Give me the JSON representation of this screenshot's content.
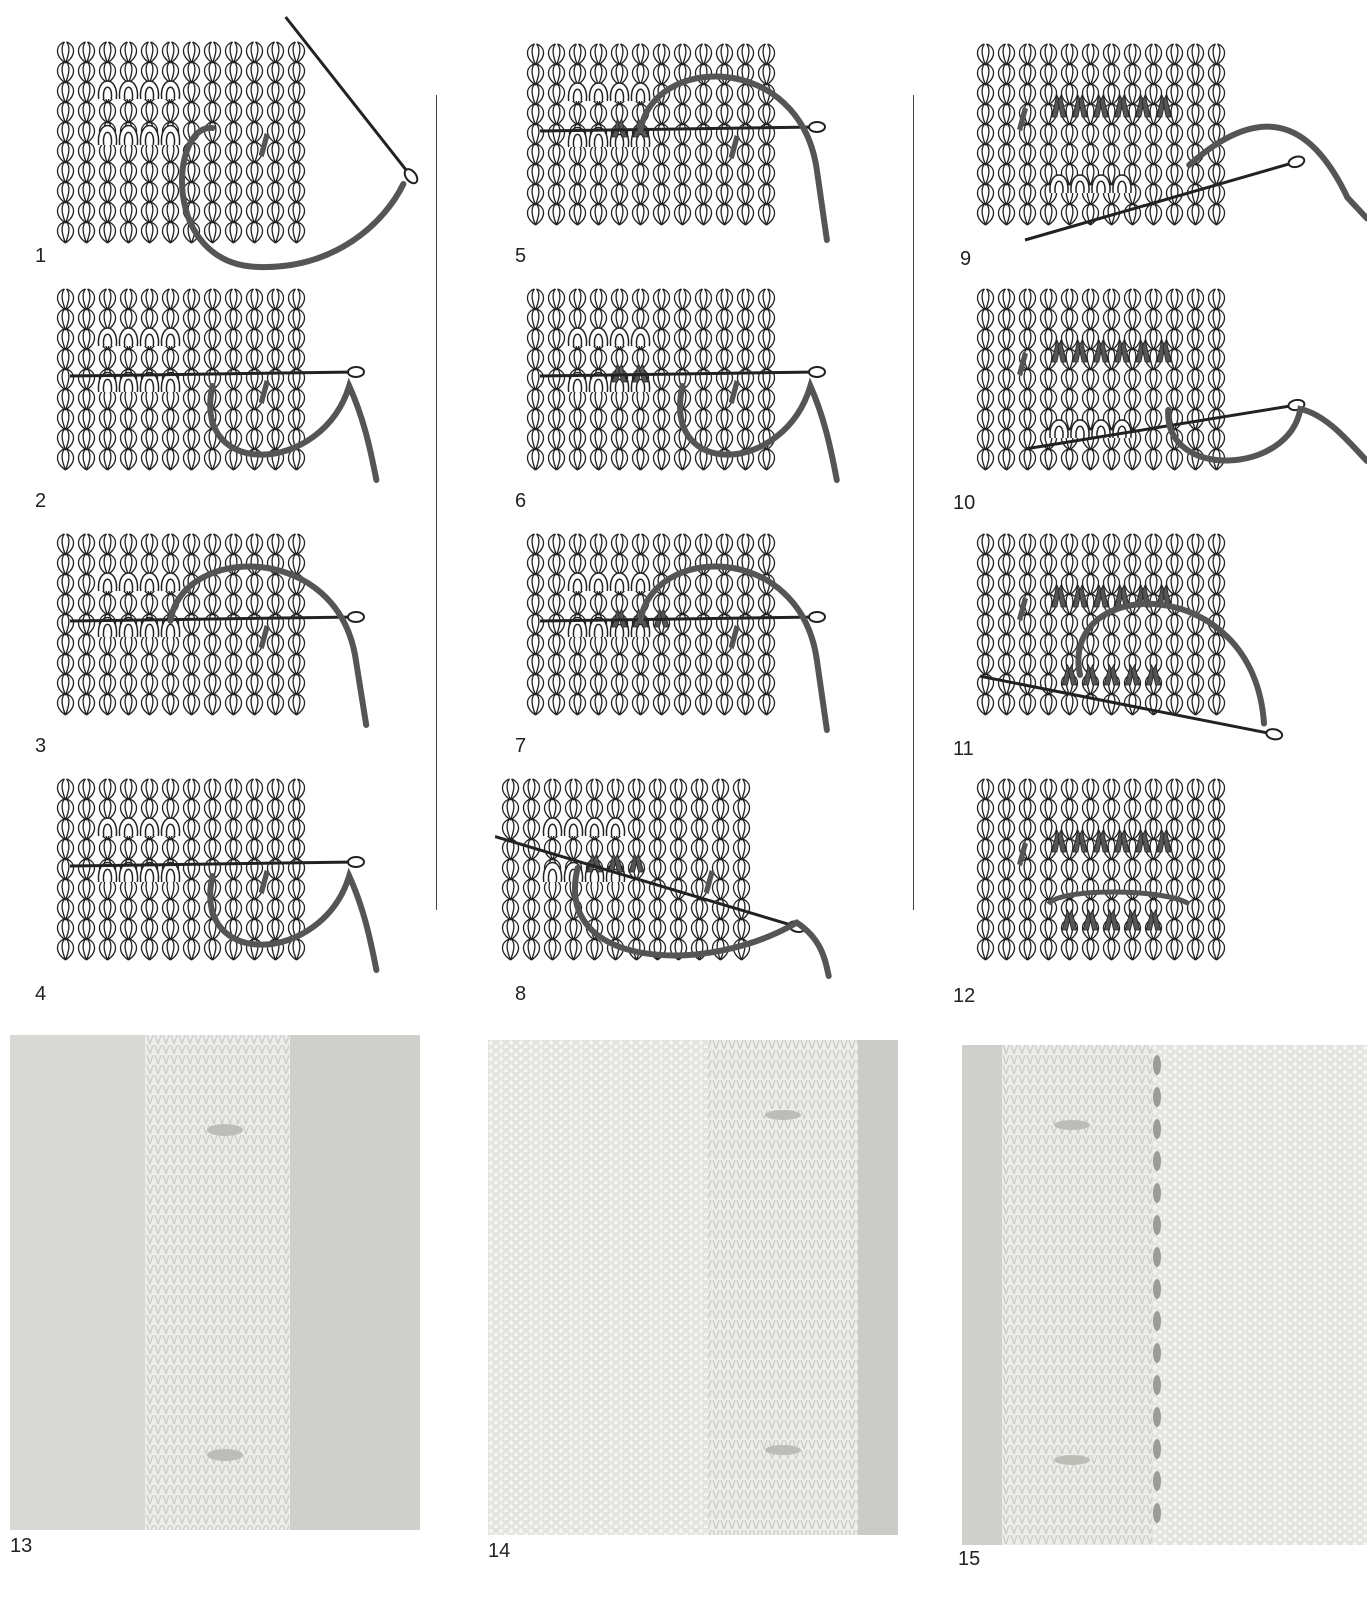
{
  "diagrams": [
    {
      "number": "1",
      "step": 1
    },
    {
      "number": "2",
      "step": 2
    },
    {
      "number": "3",
      "step": 3
    },
    {
      "number": "4",
      "step": 4
    },
    {
      "number": "5",
      "step": 5
    },
    {
      "number": "6",
      "step": 6
    },
    {
      "number": "7",
      "step": 7
    },
    {
      "number": "8",
      "step": 8
    },
    {
      "number": "9",
      "step": 9
    },
    {
      "number": "10",
      "step": 10
    },
    {
      "number": "11",
      "step": 11
    },
    {
      "number": "12",
      "step": 12
    }
  ],
  "photos": [
    {
      "number": "13"
    },
    {
      "number": "14"
    },
    {
      "number": "15"
    }
  ],
  "colors": {
    "yarn": "#555555",
    "line": "#222222",
    "photo_bg": "#d8d8d4",
    "knit_light": "#ececea"
  }
}
